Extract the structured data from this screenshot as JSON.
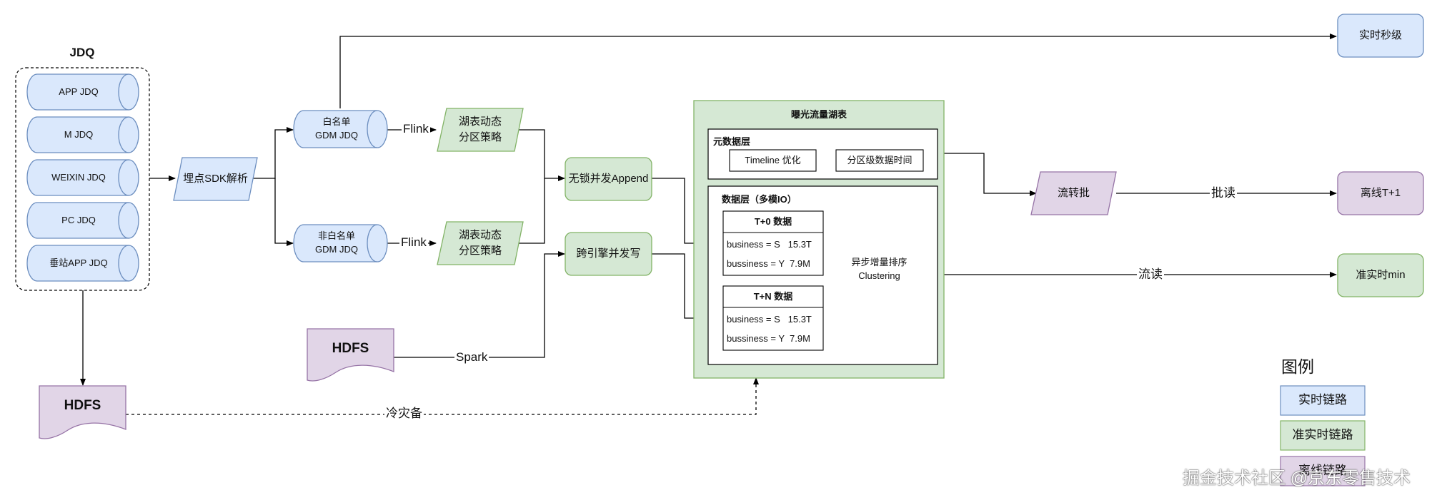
{
  "group_jdq": {
    "title": "JDQ",
    "items": [
      "APP JDQ",
      "M JDQ",
      "WEIXIN JDQ",
      "PC JDQ",
      "垂站APP JDQ"
    ]
  },
  "nodes": {
    "sdk": "埋点SDK解析",
    "whitelist": "白名单\nGDM JDQ",
    "nonwhitelist": "非白名单\nGDM JDQ",
    "partition_1": "湖表动态\n分区策略",
    "partition_2": "湖表动态\n分区策略",
    "append": "无锁并发Append",
    "multi_engine": "跨引擎并发写",
    "hdfs_mid": "HDFS",
    "hdfs_left": "HDFS",
    "stream_batch": "流转批",
    "realtime_sec": "实时秒级",
    "offline_t1": "离线T+1",
    "near_realtime_min": "准实时min"
  },
  "lake": {
    "title": "曝光流量湖表",
    "meta": {
      "title": "元数据层",
      "items": [
        "Timeline 优化",
        "分区级数据时间"
      ]
    },
    "data": {
      "title": "数据层（多模IO）",
      "t0": {
        "title": "T+0 数据",
        "rows": [
          "business = S   15.3T",
          "bussiness = Y  7.9M"
        ]
      },
      "tn": {
        "title": "T+N 数据",
        "rows": [
          "business = S   15.3T",
          "bussiness = Y  7.9M"
        ]
      },
      "async": "异步增量排序\nClustering"
    }
  },
  "edges": {
    "flink_1": "Flink",
    "flink_2": "Flink",
    "spark": "Spark",
    "batch_read": "批读",
    "stream_read": "流读",
    "cold_backup": "冷灾备"
  },
  "legend": {
    "title": "图例",
    "items": [
      {
        "label": "实时链路",
        "color": "#dae8fc"
      },
      {
        "label": "准实时链路",
        "color": "#d5e8d4"
      },
      {
        "label": "离线链路",
        "color": "#e1d5e7"
      }
    ]
  },
  "watermark": "掘金技术社区 @京东零售技术",
  "colors": {
    "blue": "#dae8fc",
    "blue_border": "#6c8ebf",
    "green": "#d5e8d4",
    "green_border": "#82b366",
    "purple": "#e1d5e7",
    "purple_border": "#9673a6"
  }
}
